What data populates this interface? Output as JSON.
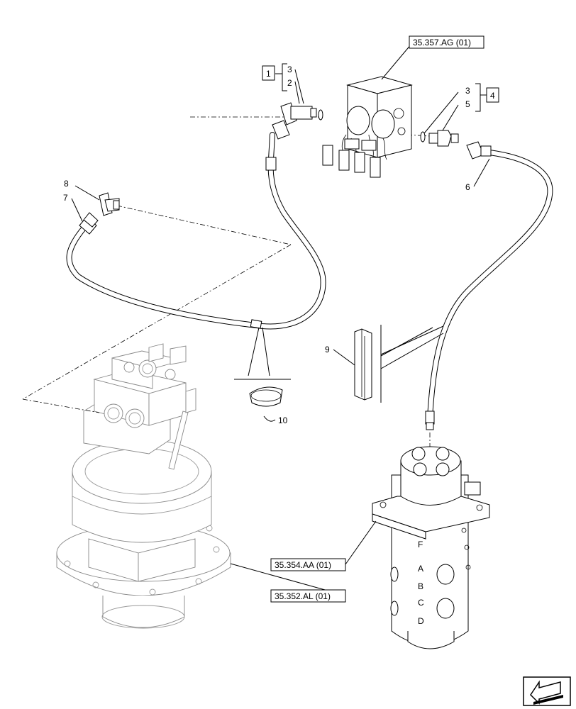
{
  "references": {
    "valve_block": "35.357.AG (01)",
    "swivel_joint": "35.354.AA (01)",
    "swing_motor": "35.352.AL (01)"
  },
  "callouts": {
    "boxed_left": "1",
    "boxed_right": "4",
    "item2": "2",
    "item3_left": "3",
    "item3_right": "3",
    "item5": "5",
    "item6": "6",
    "item7": "7",
    "item8": "8",
    "item9": "9",
    "item10": "10"
  },
  "swivel_port_letters": [
    "F",
    "A",
    "B",
    "C",
    "D"
  ]
}
